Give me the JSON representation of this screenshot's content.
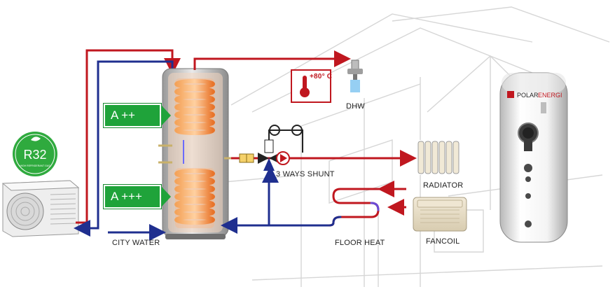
{
  "labels": {
    "city_water": "CITY WATER",
    "floor_heat": "FLOOR HEAT",
    "fancoil": "FANCOIL",
    "radiator": "RADIATOR",
    "dhw": "DHW",
    "shunt": "3 WAYS SHUNT",
    "temperature": "+80° C"
  },
  "badges": {
    "upper": "A ++",
    "lower": "A +++"
  },
  "refrigerant": {
    "code": "R32",
    "subtext": "HIGH REFRIGERANT GAS"
  },
  "brand": {
    "prefix": "POLAR",
    "suffix": "ENERGI"
  },
  "colors": {
    "hot_pipe": "#c0171f",
    "cold_pipe": "#1f2f8f",
    "badge_green": "#1fa33a",
    "coil_orange": "#f07a2a"
  }
}
